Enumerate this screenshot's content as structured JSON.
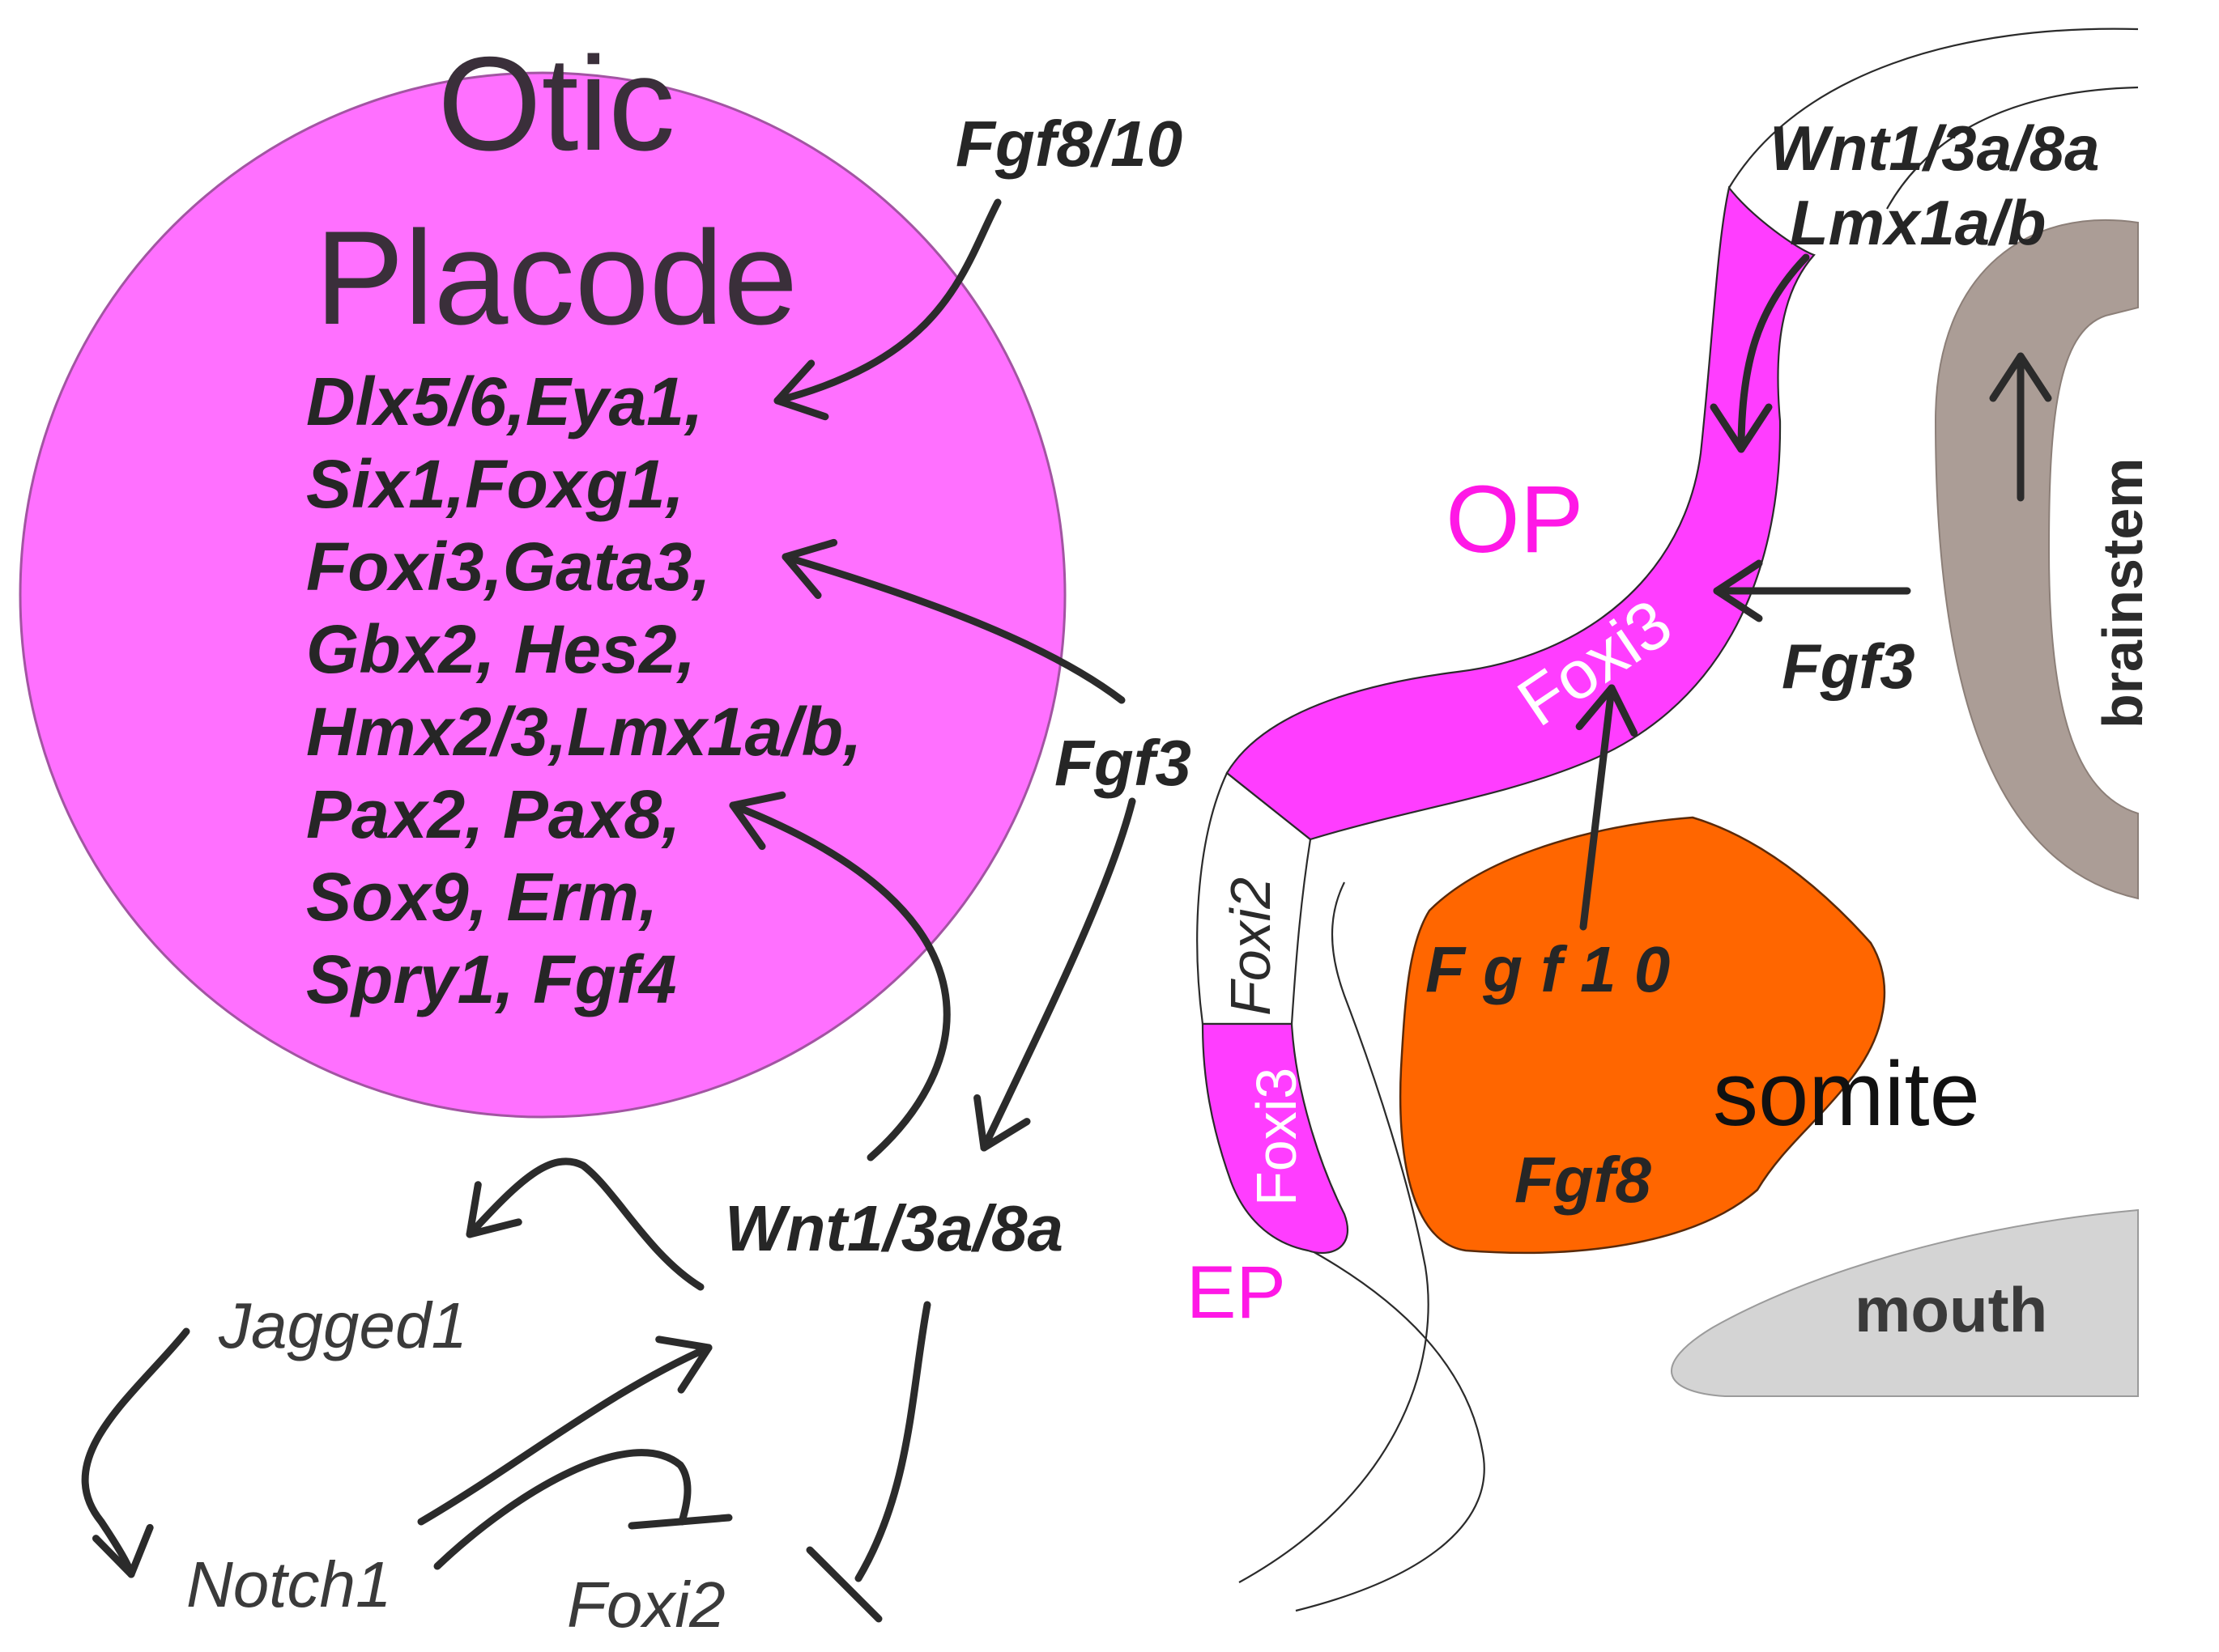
{
  "colors": {
    "placode_fill": "#ff70ff",
    "placode_stroke": "#a255a2",
    "op_magenta": "#ff3dff",
    "label_magenta": "#ff18e6",
    "somite_orange": "#ff6600",
    "brainstem_taupe": "#ab9d96",
    "mouth_gray": "#d4d4d4",
    "text_dark": "#262626",
    "arrow_dark": "#2b2b2b"
  },
  "placode": {
    "title_line1": "Otic",
    "title_line2": "Placode",
    "genes": [
      "Dlx5/6,Eya1,",
      "Six1,Foxg1,",
      "Foxi3,Gata3,",
      "Gbx2, Hes2,",
      "Hmx2/3,Lmx1a/b,",
      "Pax2, Pax8,",
      "Sox9, Erm,",
      "Spry1, Fgf4"
    ]
  },
  "signals": {
    "fgf8_10": "Fgf8/10",
    "fgf3_center": "Fgf3",
    "wnt_center": "Wnt1/3a/8a",
    "jagged1": "Jagged1",
    "notch1": "Notch1",
    "foxi2_bottom": "Foxi2",
    "wnt_top": "Wnt1/3a/8a",
    "lmx": "Lmx1a/b",
    "fgf3_right": "Fgf3",
    "fgf10": "F g f 1 0",
    "fgf8": "Fgf8"
  },
  "anatomy": {
    "op": "OP",
    "ep": "EP",
    "foxi3_op": "Foxi3",
    "foxi2_strip": "Foxi2",
    "foxi3_ep": "Foxi3",
    "somite": "somite",
    "brainstem": "brainstem",
    "mouth": "mouth"
  }
}
